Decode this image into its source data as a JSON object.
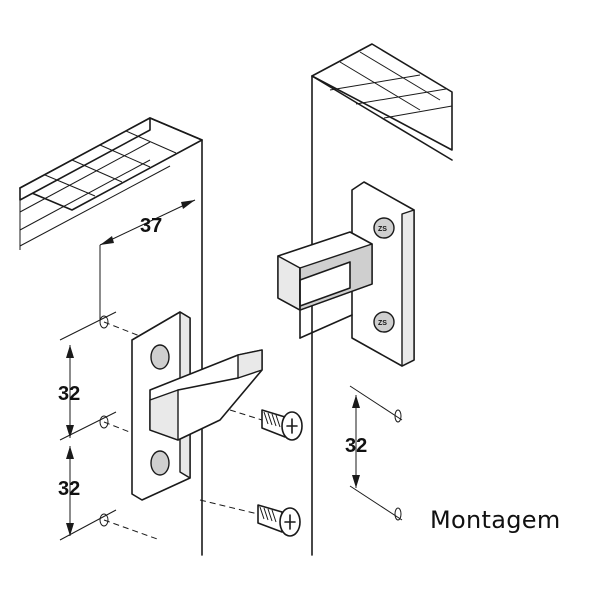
{
  "caption": "Montagem",
  "dimensions": {
    "depth": "37",
    "spacing_top": "32",
    "spacing_bottom": "32",
    "spacing_right": "32"
  },
  "stamps": {
    "left_top": "",
    "left_bottom": "",
    "right_top": "ZS",
    "right_bottom": "ZS"
  },
  "colors": {
    "ink": "#1a1a1a",
    "background": "#ffffff"
  }
}
